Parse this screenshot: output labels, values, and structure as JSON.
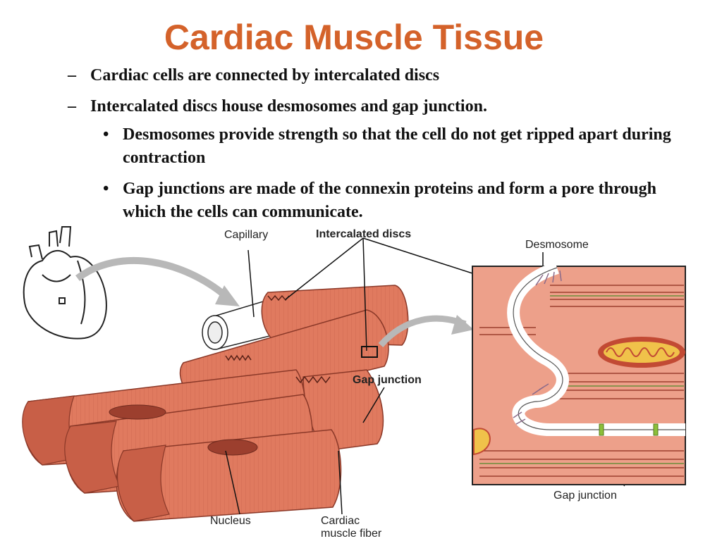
{
  "slide": {
    "title": "Cardiac Muscle Tissue",
    "bullets": [
      {
        "marker": "–",
        "text": "Cardiac cells are connected by intercalated discs"
      },
      {
        "marker": "–",
        "text": "Intercalated discs house desmosomes and gap junction."
      }
    ],
    "subbullets": [
      {
        "marker": "•",
        "text": "Desmosomes provide strength so that the cell do not get ripped apart during contraction"
      },
      {
        "marker": "•",
        "text": "Gap junctions are made of the connexin proteins and form a pore through which the cells can communicate."
      }
    ]
  },
  "figure": {
    "labels": {
      "capillary": "Capillary",
      "intercalated_discs": "Intercalated discs",
      "desmosome": "Desmosome",
      "gap_junction_main": "Gap junction",
      "gap_junction_inset": "Gap junction",
      "nucleus": "Nucleus",
      "cardiac_fiber_1": "Cardiac",
      "cardiac_fiber_2": "muscle fiber"
    },
    "colors": {
      "title": "#d4622a",
      "tissue": "#e07a5f",
      "tissue_dark": "#b24a36",
      "nucleus": "#9c3f2e",
      "inset_bg": "#eda08a",
      "mitochondria": "#f0c24a"
    }
  }
}
